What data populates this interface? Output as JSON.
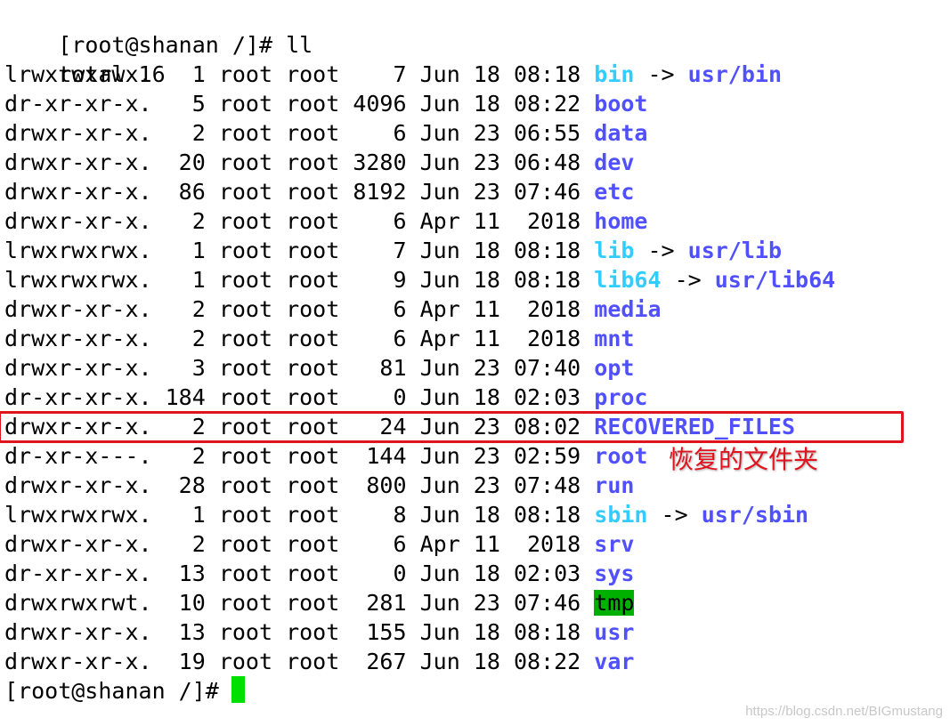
{
  "terminal": {
    "command_line": "[root@shanan /]# ll",
    "total_line": "total 16",
    "prompt": "[root@shanan /]#",
    "entries": [
      {
        "meta": "lrwxrwxrwx.   1 root root    7 Jun 18 08:18 ",
        "name": "bin",
        "arrow": " -> ",
        "target": "usr/bin"
      },
      {
        "meta": "dr-xr-xr-x.   5 root root 4096 Jun 18 08:22 ",
        "name": "boot"
      },
      {
        "meta": "drwxr-xr-x.   2 root root    6 Jun 23 06:55 ",
        "name": "data"
      },
      {
        "meta": "drwxr-xr-x.  20 root root 3280 Jun 23 06:48 ",
        "name": "dev"
      },
      {
        "meta": "drwxr-xr-x.  86 root root 8192 Jun 23 07:46 ",
        "name": "etc"
      },
      {
        "meta": "drwxr-xr-x.   2 root root    6 Apr 11  2018 ",
        "name": "home"
      },
      {
        "meta": "lrwxrwxrwx.   1 root root    7 Jun 18 08:18 ",
        "name": "lib",
        "arrow": " -> ",
        "target": "usr/lib"
      },
      {
        "meta": "lrwxrwxrwx.   1 root root    9 Jun 18 08:18 ",
        "name": "lib64",
        "arrow": " -> ",
        "target": "usr/lib64"
      },
      {
        "meta": "drwxr-xr-x.   2 root root    6 Apr 11  2018 ",
        "name": "media"
      },
      {
        "meta": "drwxr-xr-x.   2 root root    6 Apr 11  2018 ",
        "name": "mnt"
      },
      {
        "meta": "drwxr-xr-x.   3 root root   81 Jun 23 07:40 ",
        "name": "opt"
      },
      {
        "meta": "dr-xr-xr-x. 184 root root    0 Jun 18 02:03 ",
        "name": "proc"
      },
      {
        "meta": "drwxr-xr-x.   2 root root   24 Jun 23 08:02 ",
        "name": "RECOVERED_FILES"
      },
      {
        "meta": "dr-xr-x---.   2 root root  144 Jun 23 02:59 ",
        "name": "root"
      },
      {
        "meta": "drwxr-xr-x.  28 root root  800 Jun 23 07:48 ",
        "name": "run"
      },
      {
        "meta": "lrwxrwxrwx.   1 root root    8 Jun 18 08:18 ",
        "name": "sbin",
        "arrow": " -> ",
        "target": "usr/sbin"
      },
      {
        "meta": "drwxr-xr-x.   2 root root    6 Apr 11  2018 ",
        "name": "srv"
      },
      {
        "meta": "dr-xr-xr-x.  13 root root    0 Jun 18 02:03 ",
        "name": "sys"
      },
      {
        "meta": "drwxrwxrwt.  10 root root  281 Jun 23 07:46 ",
        "name": "tmp"
      },
      {
        "meta": "drwxr-xr-x.  13 root root  155 Jun 18 08:18 ",
        "name": "usr"
      },
      {
        "meta": "drwxr-xr-x.  19 root root  267 Jun 18 08:22 ",
        "name": "var"
      }
    ]
  },
  "annotation": {
    "text": "恢复的文件夹"
  },
  "watermark": {
    "text": "https://blog.csdn.net/BIGmustang"
  },
  "colors": {
    "directory": "#5050ff",
    "symlink": "#33ccff",
    "sticky_dir_bg": "#00b000",
    "cursor": "#00e000",
    "highlight": "#e0141e"
  }
}
